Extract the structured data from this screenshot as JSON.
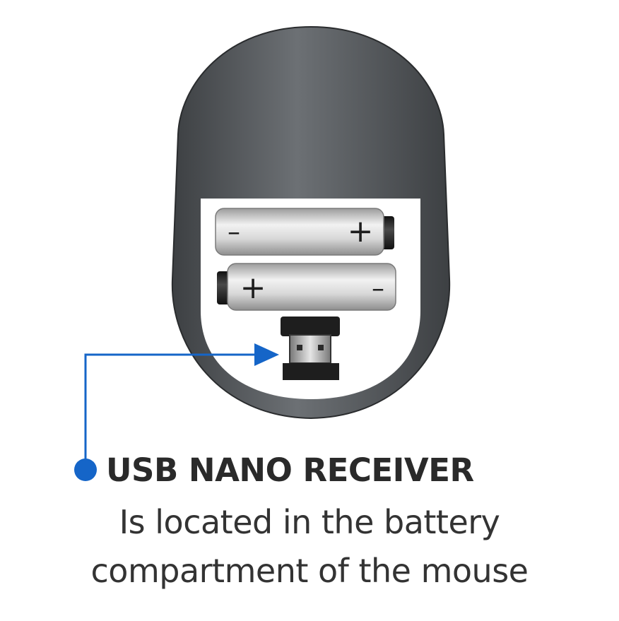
{
  "caption": {
    "title": "USB NANO RECEIVER",
    "line1": "Is located in the battery",
    "line2": "compartment of the mouse"
  },
  "battery_top": {
    "left_sign": "–",
    "right_sign": "+"
  },
  "battery_bottom": {
    "left_sign": "+",
    "right_sign": "–"
  },
  "colors": {
    "mouse_body": "#4a4d50",
    "mouse_highlight": "#6b6f73",
    "compartment": "#ffffff",
    "battery": "#c9c9c9",
    "battery_cap": "#1e1e1e",
    "pointer": "#1565c8",
    "text_dark": "#2a2a2a"
  }
}
